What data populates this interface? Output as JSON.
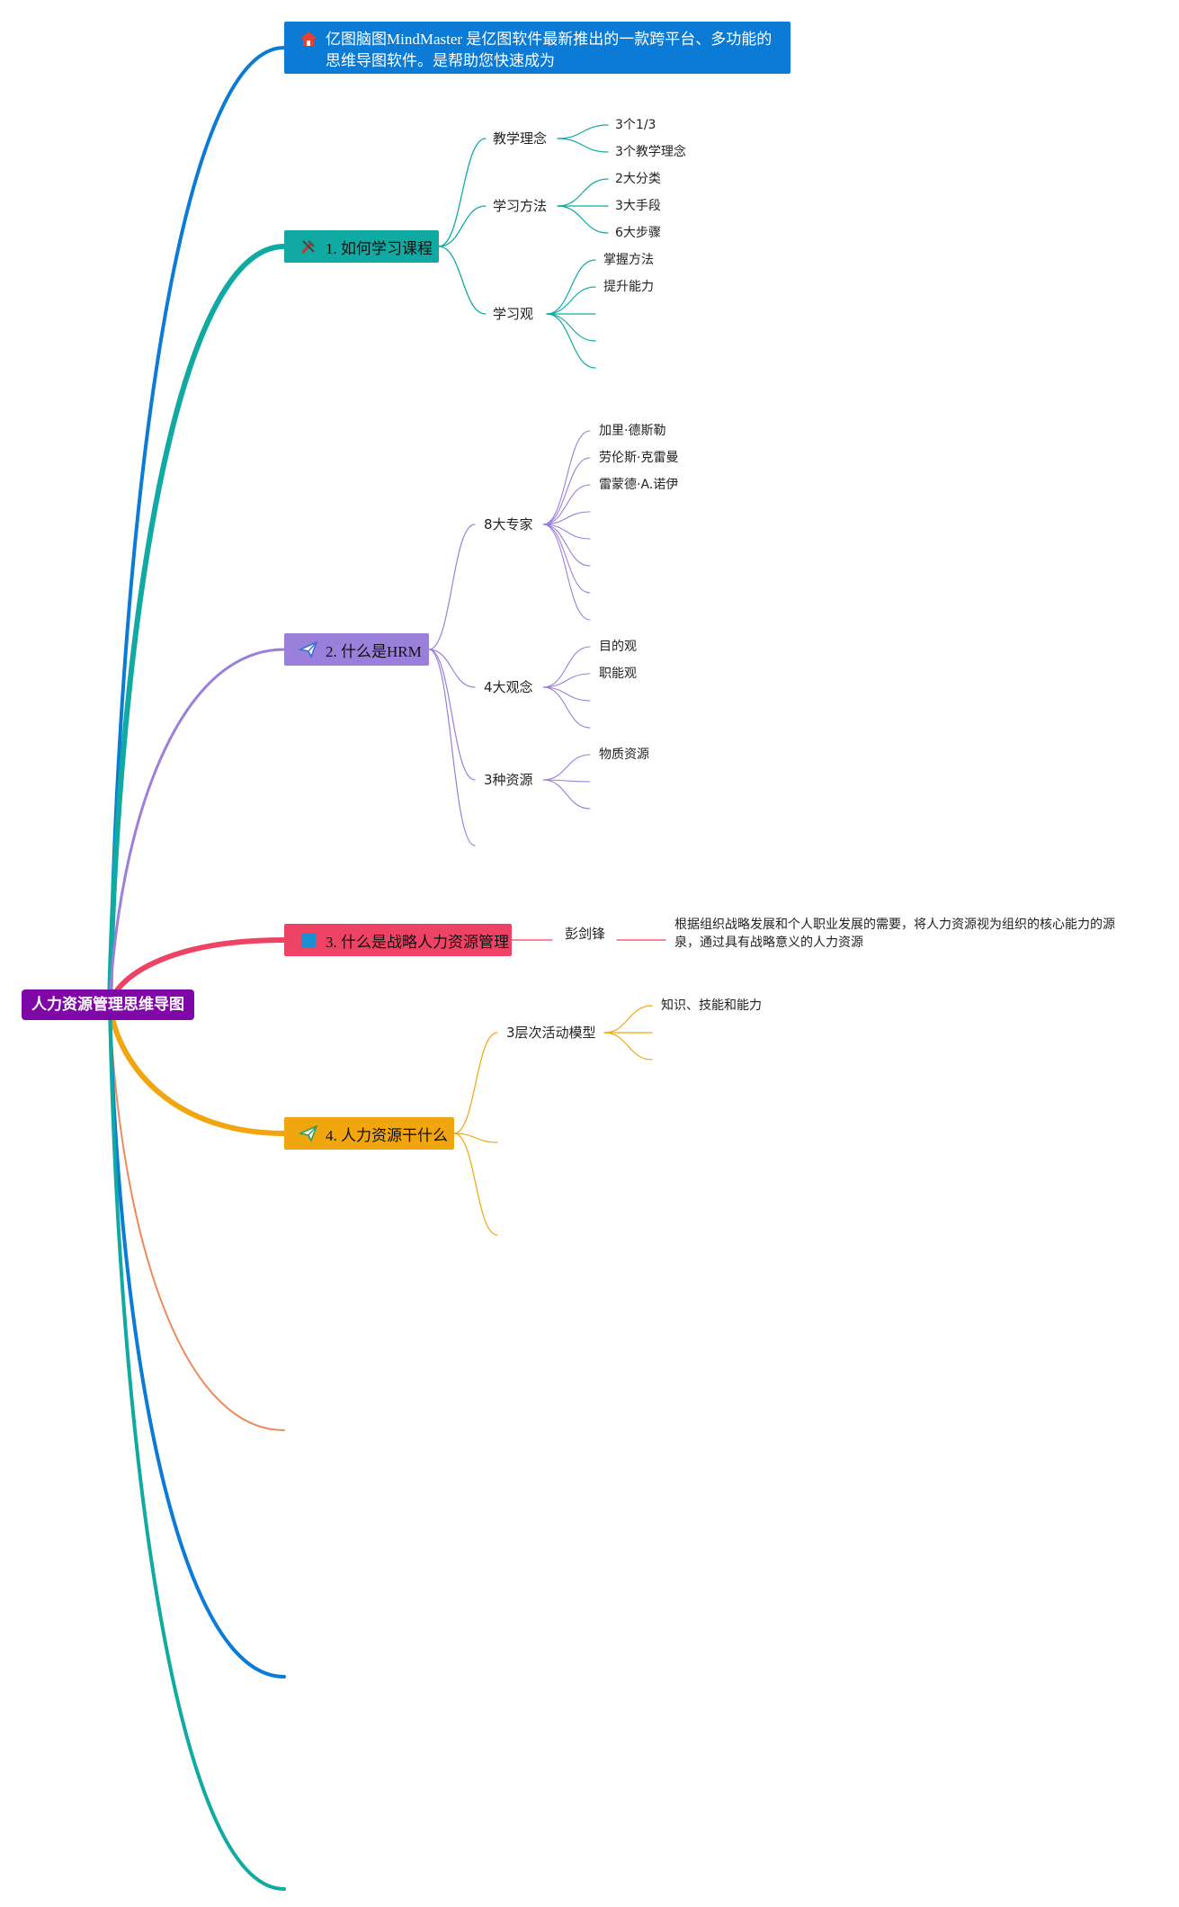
{
  "root": {
    "label": "人力资源管理思维导图",
    "color": "#7f07a7"
  },
  "branches": [
    {
      "label": "亿图脑图MindMaster 是亿图软件最新推出的一款跨平台、多功能的思维导图软件。是帮助您快速成为",
      "color": "#0b7bd6",
      "icon": "house-icon"
    },
    {
      "label": "1. 如何学习课程",
      "color": "#11aaa3",
      "icon": "tools-icon",
      "children": [
        {
          "label": "教学理念",
          "children": [
            "3个1/3",
            "3个教学理念"
          ]
        },
        {
          "label": "学习方法",
          "children": [
            "2大分类",
            "3大手段",
            "6大步骤"
          ]
        },
        {
          "label": "学习观",
          "children": [
            "掌握方法",
            "提升能力",
            "",
            "",
            ""
          ]
        }
      ]
    },
    {
      "label": "2. 什么是HRM",
      "color": "#9a7fdb",
      "icon": "paper-plane-icon",
      "children": [
        {
          "label": "8大专家",
          "children": [
            "加里·德斯勒",
            "劳伦斯·克雷曼",
            "雷蒙德·A.诺伊",
            "",
            "",
            "",
            "",
            ""
          ]
        },
        {
          "label": "4大观念",
          "children": [
            "目的观",
            "职能观",
            "",
            ""
          ]
        },
        {
          "label": "3种资源",
          "children": [
            "物质资源",
            "",
            ""
          ]
        }
      ]
    },
    {
      "label": "3. 什么是战略人力资源管理",
      "color": "#ee4364",
      "icon": "square-icon",
      "children": [
        {
          "label": "彭剑锋",
          "children": [
            "根据组织战略发展和个人职业发展的需要，将人力资源视为组织的核心能力的源泉，通过具有战略意义的人力资源"
          ]
        }
      ]
    },
    {
      "label": "4. 人力资源干什么",
      "color": "#f1a50f",
      "icon": "paper-plane-icon",
      "children": [
        {
          "label": "3层次活动模型",
          "children": [
            "知识、技能和能力",
            "",
            ""
          ]
        }
      ]
    }
  ],
  "empty_branch_colors": [
    "#ec8a5b",
    "#0b7bd6",
    "#11aaa3"
  ]
}
